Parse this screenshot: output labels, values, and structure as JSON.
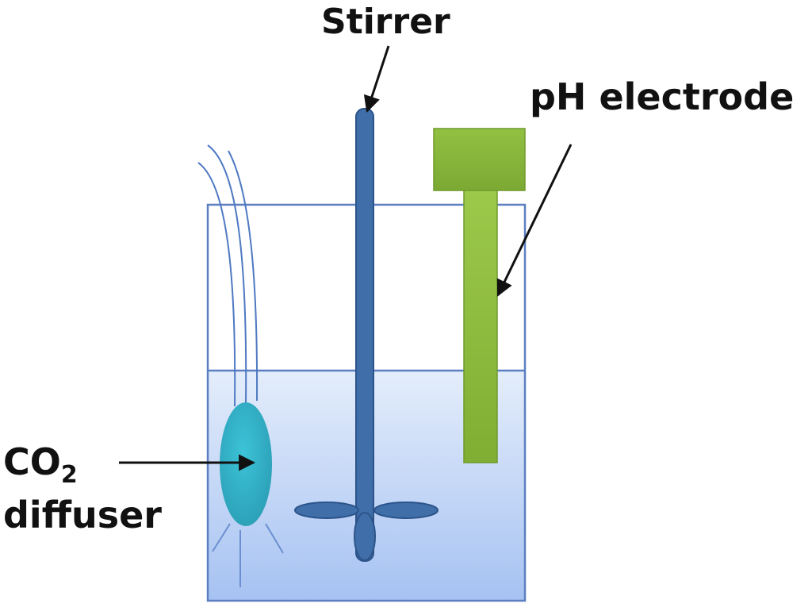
{
  "labels": {
    "stirrer": "Stirrer",
    "ph_electrode": "pH electrode",
    "co2_main": "CO",
    "co2_subscript": "2",
    "diffuser": "diffuser"
  },
  "colors": {
    "beaker_outline": "#5b7fc0",
    "liquid_top": "#e2ecfb",
    "liquid_bottom": "#a6c2f2",
    "stirrer": "#3f6ea8",
    "stirrer_dark": "#2c548a",
    "electrode_cap": "#8dbb3c",
    "electrode_body": "#8ab83a",
    "diffuser": "#2fb6cc",
    "tube": "#4e79c2",
    "arrow": "#111111"
  }
}
